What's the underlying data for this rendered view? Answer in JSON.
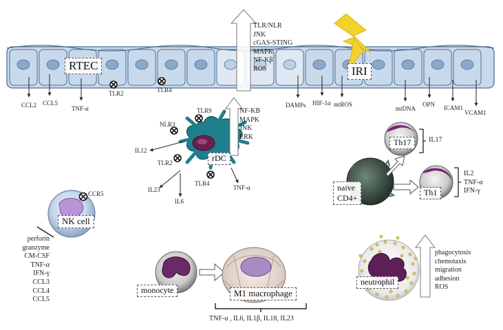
{
  "colors": {
    "cell_outline": "#4f6f92",
    "cell_fill": "#c9d9ec",
    "nucleus": "#7fa0c4",
    "dc_body": "#1f7f8d",
    "dc_nucleus": "#6a2050",
    "purple_nucleus": "#6b2a66",
    "lymph_dark": "#3b4e45",
    "bolt": "#f2d22c"
  },
  "epithelium": {
    "label": "RTEC",
    "injury_label": "IRI",
    "mediators_left": [
      "CCL2",
      "CCL5",
      "TNF-α"
    ],
    "receptors": [
      "TLR2",
      "TLR4"
    ],
    "pathways": [
      "TLR/NLR",
      "JNK",
      "cGAS-STING",
      "MAPK",
      "NF-Kβ",
      "ROS"
    ],
    "mediators_right": [
      "DAMPs",
      "HIF-1α",
      "mtROS",
      "mtDNA",
      "OPN",
      "ICAM1",
      "VCAM1"
    ]
  },
  "dendritic_cell": {
    "label": "rDC",
    "receptors": [
      "NLR3",
      "TLR9",
      "TLR2",
      "TLR4"
    ],
    "pathways": [
      "NF-KB",
      "MAPK",
      "JNK",
      "ERK"
    ],
    "cytokines": [
      "IL12",
      "IL23",
      "IL6",
      "TNF-α"
    ]
  },
  "nk_cell": {
    "label": "NK cell",
    "receptor": "CCR5",
    "products": [
      "perforin",
      "granzyme",
      "CM-CSF",
      "TNF-α",
      "IFN-γ",
      "CCL3",
      "CCL4",
      "CCL5"
    ]
  },
  "t_cells": {
    "naive_label_line1": "naive",
    "naive_label_line2": "CD4+",
    "th17_label": "Th17",
    "th17_products": [
      "IL17"
    ],
    "th1_label": "Th1",
    "th1_products": [
      "IL2",
      "TNF-α",
      "IFN-γ"
    ]
  },
  "macrophage_lineage": {
    "monocyte_label": "monocyte",
    "macrophage_label": "M1 macrophage",
    "products": "TNF-α , IL6, IL1β, IL18, IL23"
  },
  "neutrophil": {
    "label": "neutrophil",
    "functions": [
      "phagocytosis",
      "chemotaxis",
      "migration",
      "adhesion",
      "ROS"
    ]
  }
}
